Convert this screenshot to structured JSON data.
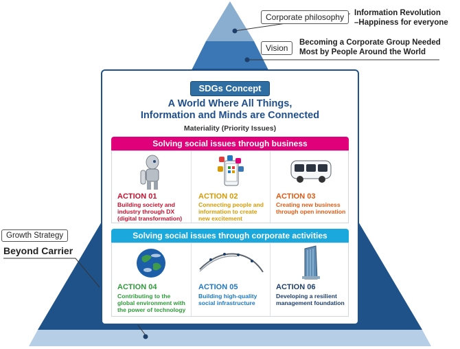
{
  "pyramid": {
    "philosophy_label": "Corporate philosophy",
    "philosophy_text": [
      "Information Revolution",
      "–Happiness for everyone"
    ],
    "vision_label": "Vision",
    "vision_text": [
      "Becoming a Corporate Group Needed",
      "Most by People Around the World"
    ],
    "growth_label": "Growth Strategy",
    "growth_text": "Beyond Carrier"
  },
  "sdgs": {
    "badge": "SDGs Concept",
    "title": [
      "A World Where All Things,",
      "Information and Minds are Connected"
    ],
    "materiality": "Materiality (Priority Issues)",
    "business_band": "Solving social issues through business",
    "corporate_band": "Solving social issues through corporate activities",
    "actions": [
      {
        "title": "ACTION 01",
        "desc": [
          "Building society and",
          "industry through DX",
          "(digital transformation)"
        ],
        "color": "#c8102e",
        "icon": "robot-icon"
      },
      {
        "title": "ACTION 02",
        "desc": [
          "Connecting people and",
          "information to create",
          "new excitement"
        ],
        "color": "#d99a00",
        "icon": "smartphone-apps-icon"
      },
      {
        "title": "ACTION 03",
        "desc": [
          "Creating new business",
          "through open innovation"
        ],
        "color": "#e05a12",
        "icon": "autonomous-bus-icon"
      },
      {
        "title": "ACTION 04",
        "desc": [
          "Contributing to the",
          "global environment with",
          "the power of technology"
        ],
        "color": "#2f9a3a",
        "icon": "earth-icon"
      },
      {
        "title": "ACTION 05",
        "desc": [
          "Building high-quality",
          "social infrastructure"
        ],
        "color": "#1f78c1",
        "icon": "network-cable-icon"
      },
      {
        "title": "ACTION 06",
        "desc": [
          "Developing a resilient",
          "management foundation"
        ],
        "color": "#1f3f6b",
        "icon": "office-building-icon"
      }
    ]
  },
  "colors": {
    "apex": "#8aaed0",
    "vision_tier": "#3a77b4",
    "main_tier": "#1f5289",
    "base_tier": "#b7cfe6",
    "business_band": "#e0007a",
    "corporate_band": "#1ba9dd"
  }
}
